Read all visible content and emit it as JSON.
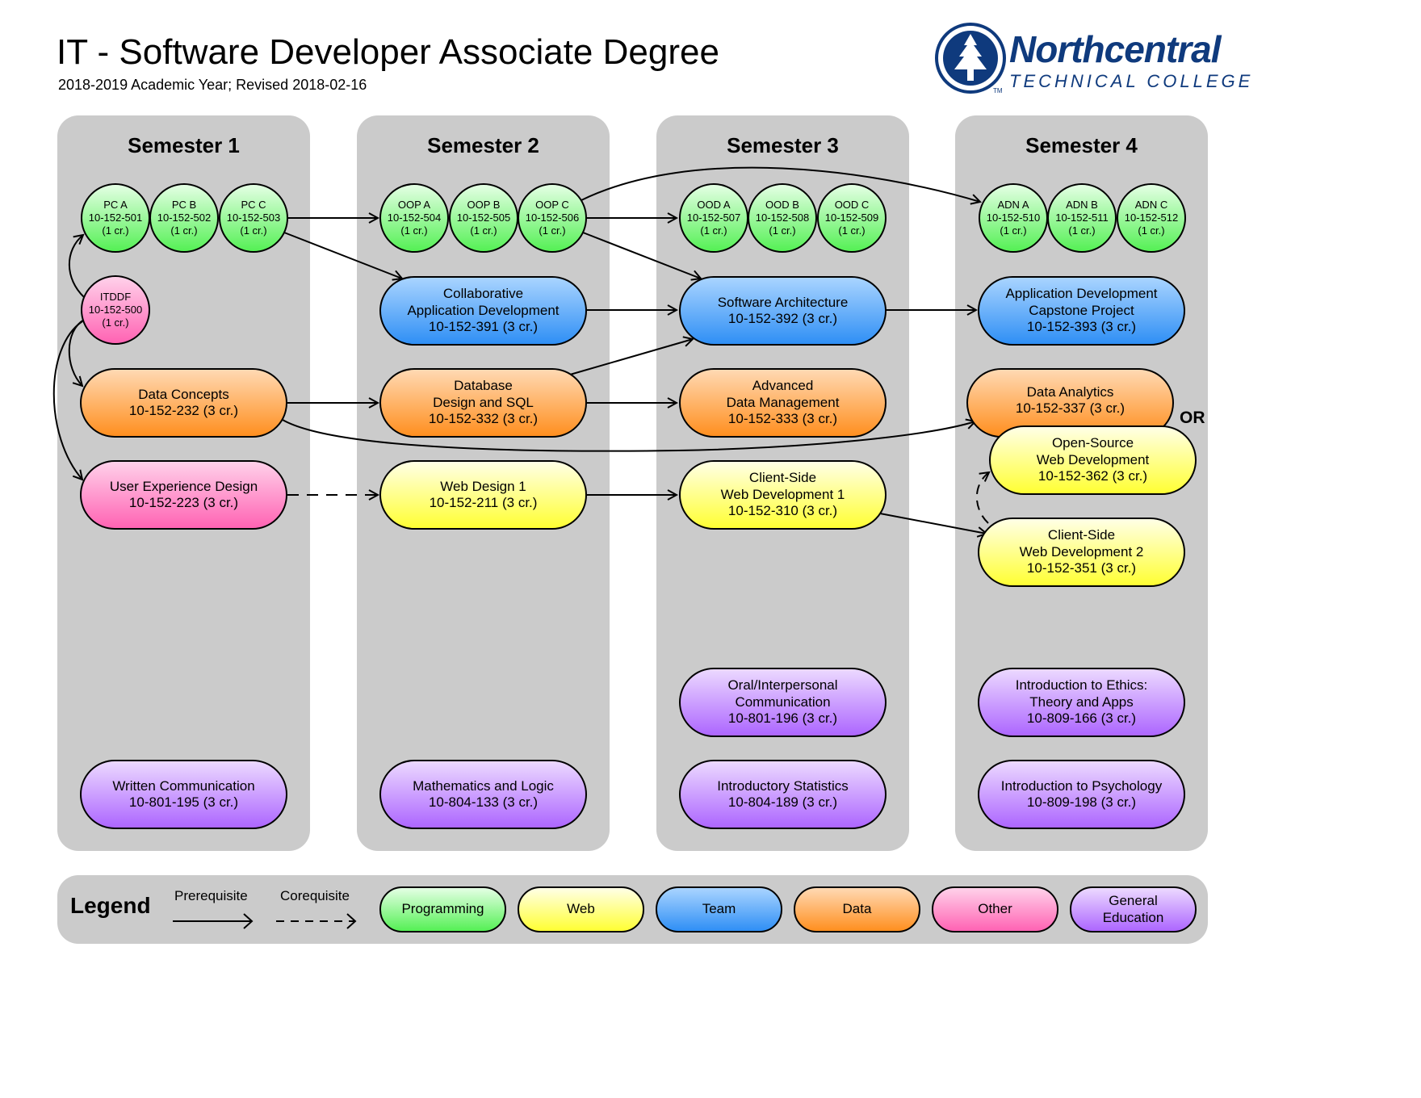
{
  "header": {
    "title": "IT - Software Developer Associate Degree",
    "subtitle": "2018-2019 Academic Year; Revised 2018-02-16"
  },
  "logo": {
    "name": "Northcentral",
    "subname": "TECHNICAL COLLEGE",
    "tm": "TM",
    "color": "#0f3a7d"
  },
  "semesters": [
    {
      "label": "Semester 1"
    },
    {
      "label": "Semester 2"
    },
    {
      "label": "Semester 3"
    },
    {
      "label": "Semester 4"
    }
  ],
  "courses": {
    "pc_a": {
      "l1": "PC A",
      "l2": "10-152-501",
      "l3": "(1 cr.)",
      "category": "Programming"
    },
    "pc_b": {
      "l1": "PC B",
      "l2": "10-152-502",
      "l3": "(1 cr.)",
      "category": "Programming"
    },
    "pc_c": {
      "l1": "PC C",
      "l2": "10-152-503",
      "l3": "(1 cr.)",
      "category": "Programming"
    },
    "itddf": {
      "l1": "ITDDF",
      "l2": "10-152-500",
      "l3": "(1 cr.)",
      "category": "Other"
    },
    "data_concepts": {
      "l1": "Data Concepts",
      "l2": "10-152-232 (3 cr.)",
      "category": "Data"
    },
    "ux_design": {
      "l1": "User Experience Design",
      "l2": "10-152-223 (3 cr.)",
      "category": "Other"
    },
    "written_comm": {
      "l1": "Written Communication",
      "l2": "10-801-195 (3 cr.)",
      "category": "General Education"
    },
    "oop_a": {
      "l1": "OOP A",
      "l2": "10-152-504",
      "l3": "(1 cr.)",
      "category": "Programming"
    },
    "oop_b": {
      "l1": "OOP B",
      "l2": "10-152-505",
      "l3": "(1 cr.)",
      "category": "Programming"
    },
    "oop_c": {
      "l1": "OOP C",
      "l2": "10-152-506",
      "l3": "(1 cr.)",
      "category": "Programming"
    },
    "collab_app_dev": {
      "l1": "Collaborative",
      "l2": "Application Development",
      "l3": "10-152-391 (3 cr.)",
      "category": "Team"
    },
    "database_sql": {
      "l1": "Database",
      "l2": "Design and SQL",
      "l3": "10-152-332 (3 cr.)",
      "category": "Data"
    },
    "web_design_1": {
      "l1": "Web Design 1",
      "l2": "10-152-211 (3 cr.)",
      "category": "Web"
    },
    "math_logic": {
      "l1": "Mathematics and Logic",
      "l2": "10-804-133 (3 cr.)",
      "category": "General Education"
    },
    "ood_a": {
      "l1": "OOD A",
      "l2": "10-152-507",
      "l3": "(1 cr.)",
      "category": "Programming"
    },
    "ood_b": {
      "l1": "OOD B",
      "l2": "10-152-508",
      "l3": "(1 cr.)",
      "category": "Programming"
    },
    "ood_c": {
      "l1": "OOD C",
      "l2": "10-152-509",
      "l3": "(1 cr.)",
      "category": "Programming"
    },
    "software_arch": {
      "l1": "Software Architecture",
      "l2": "10-152-392 (3 cr.)",
      "category": "Team"
    },
    "adv_data_mgmt": {
      "l1": "Advanced",
      "l2": "Data Management",
      "l3": "10-152-333 (3 cr.)",
      "category": "Data"
    },
    "client_web_1": {
      "l1": "Client-Side",
      "l2": "Web Development 1",
      "l3": "10-152-310 (3 cr.)",
      "category": "Web"
    },
    "oral_comm": {
      "l1": "Oral/Interpersonal",
      "l2": "Communication",
      "l3": "10-801-196 (3 cr.)",
      "category": "General Education"
    },
    "intro_stats": {
      "l1": "Introductory Statistics",
      "l2": "10-804-189 (3 cr.)",
      "category": "General Education"
    },
    "adn_a": {
      "l1": "ADN A",
      "l2": "10-152-510",
      "l3": "(1 cr.)",
      "category": "Programming"
    },
    "adn_b": {
      "l1": "ADN B",
      "l2": "10-152-511",
      "l3": "(1 cr.)",
      "category": "Programming"
    },
    "adn_c": {
      "l1": "ADN C",
      "l2": "10-152-512",
      "l3": "(1 cr.)",
      "category": "Programming"
    },
    "capstone": {
      "l1": "Application Development",
      "l2": "Capstone Project",
      "l3": "10-152-393 (3 cr.)",
      "category": "Team"
    },
    "data_analytics": {
      "l1": "Data Analytics",
      "l2": "10-152-337 (3 cr.)",
      "category": "Data"
    },
    "open_source_web": {
      "l1": "Open-Source",
      "l2": "Web Development",
      "l3": "10-152-362 (3 cr.)",
      "category": "Web"
    },
    "client_web_2": {
      "l1": "Client-Side",
      "l2": "Web Development 2",
      "l3": "10-152-351 (3 cr.)",
      "category": "Web"
    },
    "ethics": {
      "l1": "Introduction to Ethics:",
      "l2": "Theory and Apps",
      "l3": "10-809-166 (3 cr.)",
      "category": "General Education"
    },
    "psychology": {
      "l1": "Introduction to Psychology",
      "l2": "10-809-198 (3 cr.)",
      "category": "General Education"
    }
  },
  "or_label": "OR",
  "relations": [
    {
      "from": "pc_c",
      "to": "oop_a",
      "type": "Prerequisite"
    },
    {
      "from": "pc_c",
      "to": "collab_app_dev",
      "type": "Prerequisite"
    },
    {
      "from": "itddf",
      "to": "pc_a",
      "type": "Prerequisite"
    },
    {
      "from": "itddf",
      "to": "data_concepts",
      "type": "Prerequisite"
    },
    {
      "from": "itddf",
      "to": "ux_design",
      "type": "Prerequisite"
    },
    {
      "from": "data_concepts",
      "to": "database_sql",
      "type": "Prerequisite"
    },
    {
      "from": "data_concepts",
      "to": "data_analytics",
      "type": "Prerequisite"
    },
    {
      "from": "ux_design",
      "to": "web_design_1",
      "type": "Corequisite"
    },
    {
      "from": "oop_c",
      "to": "ood_a",
      "type": "Prerequisite"
    },
    {
      "from": "oop_c",
      "to": "software_arch",
      "type": "Prerequisite"
    },
    {
      "from": "oop_c",
      "to": "adn_a",
      "type": "Prerequisite"
    },
    {
      "from": "collab_app_dev",
      "to": "software_arch",
      "type": "Prerequisite"
    },
    {
      "from": "database_sql",
      "to": "software_arch",
      "type": "Prerequisite"
    },
    {
      "from": "database_sql",
      "to": "adv_data_mgmt",
      "type": "Prerequisite"
    },
    {
      "from": "web_design_1",
      "to": "client_web_1",
      "type": "Prerequisite"
    },
    {
      "from": "software_arch",
      "to": "capstone",
      "type": "Prerequisite"
    },
    {
      "from": "client_web_1",
      "to": "client_web_2",
      "type": "Prerequisite"
    },
    {
      "from": "client_web_2",
      "to": "open_source_web",
      "type": "Corequisite"
    }
  ],
  "legend": {
    "title": "Legend",
    "prerequisite": "Prerequisite",
    "corequisite": "Corequisite",
    "categories": [
      {
        "label": "Programming",
        "l2": ""
      },
      {
        "label": "Web",
        "l2": ""
      },
      {
        "label": "Team",
        "l2": ""
      },
      {
        "label": "Data",
        "l2": ""
      },
      {
        "label": "Other",
        "l2": ""
      },
      {
        "label": "General",
        "l2": "Education"
      }
    ]
  }
}
